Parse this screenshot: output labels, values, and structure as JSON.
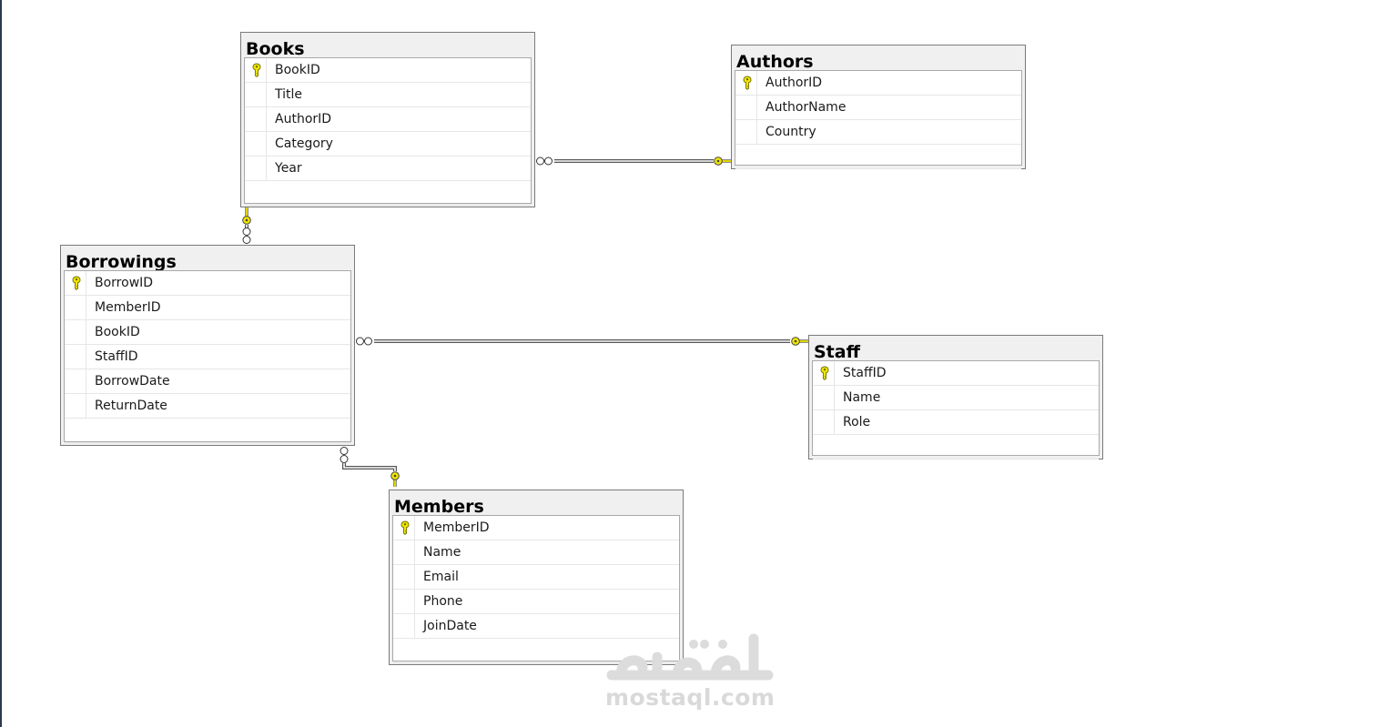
{
  "diagram": {
    "tables": [
      {
        "id": "books",
        "title": "Books",
        "columns": [
          {
            "name": "BookID",
            "pk": true
          },
          {
            "name": "Title",
            "pk": false
          },
          {
            "name": "AuthorID",
            "pk": false
          },
          {
            "name": "Category",
            "pk": false
          },
          {
            "name": "Year",
            "pk": false
          }
        ]
      },
      {
        "id": "authors",
        "title": "Authors",
        "columns": [
          {
            "name": "AuthorID",
            "pk": true
          },
          {
            "name": "AuthorName",
            "pk": false
          },
          {
            "name": "Country",
            "pk": false
          }
        ]
      },
      {
        "id": "borrowings",
        "title": "Borrowings",
        "columns": [
          {
            "name": "BorrowID",
            "pk": true
          },
          {
            "name": "MemberID",
            "pk": false
          },
          {
            "name": "BookID",
            "pk": false
          },
          {
            "name": "StaffID",
            "pk": false
          },
          {
            "name": "BorrowDate",
            "pk": false
          },
          {
            "name": "ReturnDate",
            "pk": false
          }
        ]
      },
      {
        "id": "staff",
        "title": "Staff",
        "columns": [
          {
            "name": "StaffID",
            "pk": true
          },
          {
            "name": "Name",
            "pk": false
          },
          {
            "name": "Role",
            "pk": false
          }
        ]
      },
      {
        "id": "members",
        "title": "Members",
        "columns": [
          {
            "name": "MemberID",
            "pk": true
          },
          {
            "name": "Name",
            "pk": false
          },
          {
            "name": "Email",
            "pk": false
          },
          {
            "name": "Phone",
            "pk": false
          },
          {
            "name": "JoinDate",
            "pk": false
          }
        ]
      }
    ],
    "relationships": [
      {
        "many": "books",
        "one": "authors"
      },
      {
        "many": "borrowings",
        "one": "books"
      },
      {
        "many": "borrowings",
        "one": "staff"
      },
      {
        "many": "borrowings",
        "one": "members"
      }
    ]
  },
  "colors": {
    "key_yellow": "#f2e600",
    "header_bg": "#f0f0f0",
    "border": "#7a7a7a",
    "watermark": "#d9d9d9"
  },
  "watermark": {
    "arabic": "مستقل",
    "latin": "mostaql.com"
  }
}
